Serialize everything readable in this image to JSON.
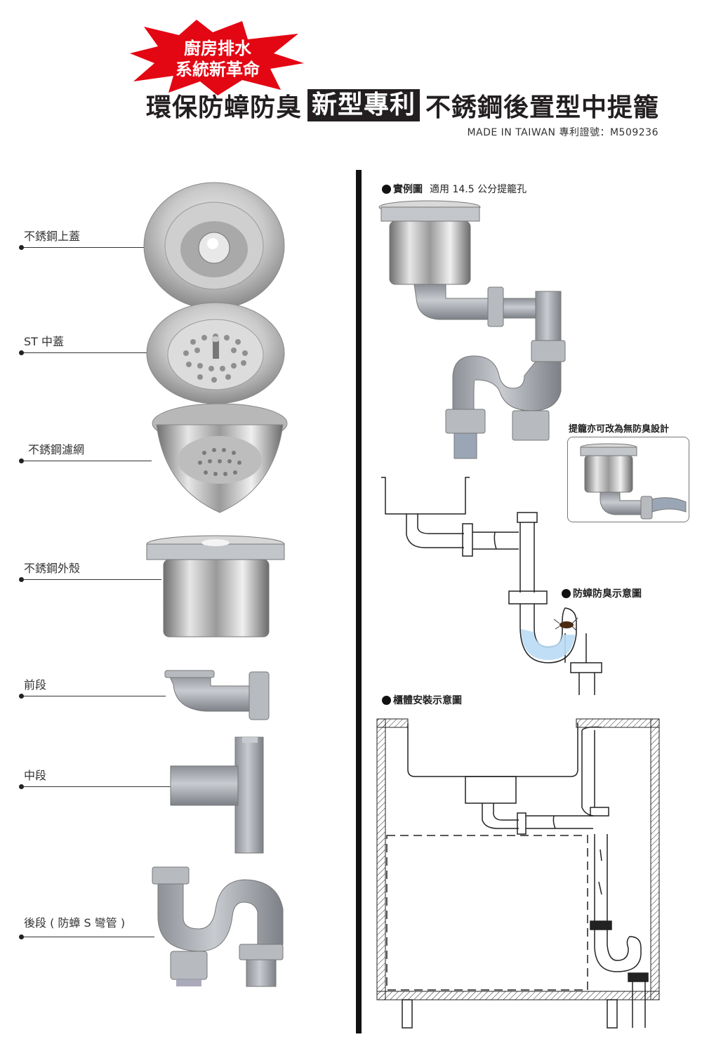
{
  "header": {
    "burst_line1": "廚房排水",
    "burst_line2": "系統新革命",
    "title_pre": "環保防蟑防臭",
    "title_highlight": "新型專利",
    "title_post": "不銹鋼後置型中提籠",
    "subtitle": "MADE IN TAIWAN  專利證號：M509236",
    "burst_color": "#e30613"
  },
  "parts": [
    {
      "label": "不銹鋼上蓋"
    },
    {
      "label": "ST 中蓋"
    },
    {
      "label": "不銹鋼濾網"
    },
    {
      "label": "不銹鋼外殼"
    },
    {
      "label": "前段"
    },
    {
      "label": "中段"
    },
    {
      "label": "後段 ( 防蟑 S 彎管 )"
    }
  ],
  "sections": {
    "example": "實例圖",
    "example_note": "適用 14.5 公分提籠孔",
    "alt_design": "提籠亦可改為無防臭設計",
    "antiroach": "防蟑防臭示意圖",
    "cabinet": "櫃體安裝示意圖"
  }
}
